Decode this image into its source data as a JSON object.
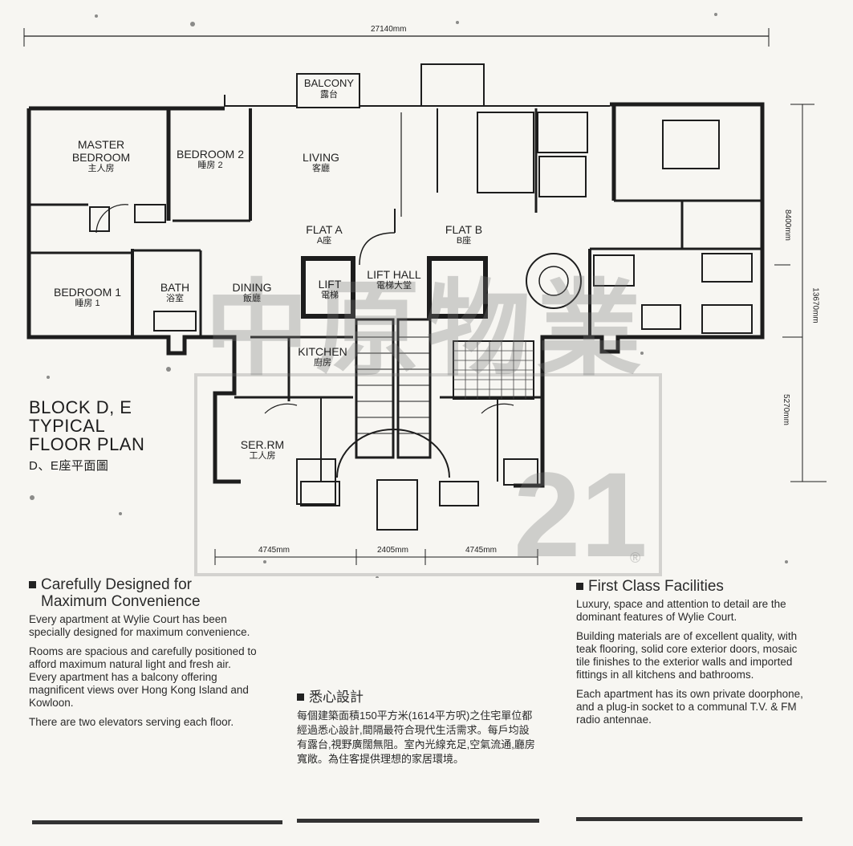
{
  "dimensions": {
    "overall_width": "27140mm",
    "left_width": "4745mm",
    "center_width": "2405mm",
    "right_width": "4745mm",
    "upper_depth": "8400mm",
    "lower_depth": "5270mm",
    "total_depth": "13670mm"
  },
  "rooms": {
    "balcony": "BALCONY",
    "balcony_cn": "露台",
    "master_bedroom_1": "MASTER",
    "master_bedroom_2": "BEDROOM",
    "master_bedroom_cn": "主人房",
    "bedroom2": "BEDROOM 2",
    "bedroom2_cn": "睡房 2",
    "living": "LIVING",
    "living_cn": "客廳",
    "flat_a": "FLAT A",
    "flat_a_cn": "A座",
    "flat_b": "FLAT B",
    "flat_b_cn": "B座",
    "bedroom1": "BEDROOM 1",
    "bedroom1_cn": "睡房 1",
    "bath": "BATH",
    "bath_cn": "浴室",
    "dining": "DINING",
    "dining_cn": "飯廳",
    "lift": "LIFT",
    "lift_cn": "電梯",
    "lift_hall": "LIFT HALL",
    "lift_hall_cn": "電梯大堂",
    "kitchen": "KITCHEN",
    "kitchen_cn": "廚房",
    "ser_rm": "SER.RM",
    "ser_rm_cn": "工人房"
  },
  "plan_title": {
    "line1": "BLOCK D, E",
    "line2": "TYPICAL",
    "line3": "FLOOR PLAN",
    "cn": "D、E座平面圖"
  },
  "section_design": {
    "heading1": "Carefully Designed for",
    "heading2": "Maximum Convenience",
    "para1": "Every apartment at Wylie Court has been specially designed for maximum convenience.",
    "para2": "Rooms are spacious and carefully positioned to afford maximum natural light and fresh air. Every apartment has a balcony offering magnificent views over Hong Kong Island and Kowloon.",
    "para3": "There are two elevators serving each floor."
  },
  "section_chinese": {
    "heading": "悉心設計",
    "body": "每個建築面積150平方米(1614平方呎)之住宅單位都經過悉心設計,間隔最符合現代生活需求。每戶均設有露台,視野廣闊無阻。室內光線充足,空氣流通,廳房寬敞。為住客提供理想的家居環境。"
  },
  "section_facilities": {
    "heading": "First Class Facilities",
    "para1": "Luxury, space and attention to detail are the dominant features of Wylie Court.",
    "para2": "Building materials are of excellent quality, with teak flooring, solid core exterior doors, mosaic tile finishes to the exterior walls and imported fittings in all kitchens and bathrooms.",
    "para3": "Each apartment has its own private doorphone, and a plug-in socket to a communal T.V. & FM radio antennae."
  },
  "watermark": {
    "text_cn": "中原物業",
    "text_num": "21",
    "reg": "®"
  },
  "colors": {
    "ink": "#1d1d1d",
    "paper": "#f7f6f2",
    "watermark": "#8a8a8a"
  }
}
